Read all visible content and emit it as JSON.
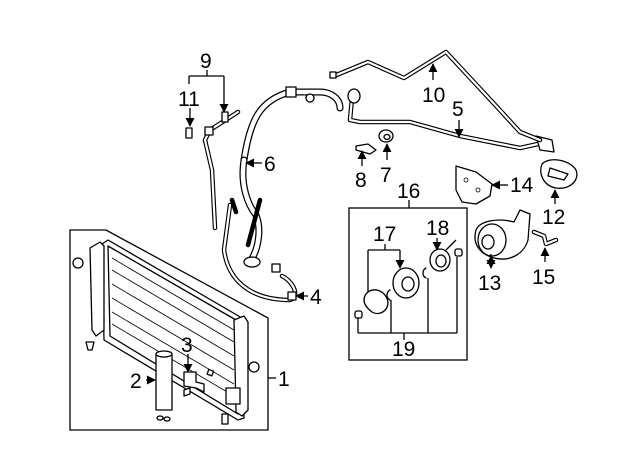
{
  "diagram": {
    "type": "exploded-parts-diagram",
    "subject": "A/C condenser, compressor and lines",
    "callouts": [
      {
        "id": "1",
        "label": "1",
        "part": "condenser"
      },
      {
        "id": "2",
        "label": "2",
        "part": "receiver-drier"
      },
      {
        "id": "3",
        "label": "3",
        "part": "drier-bracket"
      },
      {
        "id": "4",
        "label": "4",
        "part": "liquid-line"
      },
      {
        "id": "5",
        "label": "5",
        "part": "suction-line"
      },
      {
        "id": "6",
        "label": "6",
        "part": "discharge-hose"
      },
      {
        "id": "7",
        "label": "7",
        "part": "grommet"
      },
      {
        "id": "8",
        "label": "8",
        "part": "clip"
      },
      {
        "id": "9",
        "label": "9",
        "part": "pressure-line"
      },
      {
        "id": "10",
        "label": "10",
        "part": "pressure-tube"
      },
      {
        "id": "11",
        "label": "11",
        "part": "pressure-switch"
      },
      {
        "id": "12",
        "label": "12",
        "part": "seal"
      },
      {
        "id": "13",
        "label": "13",
        "part": "compressor"
      },
      {
        "id": "14",
        "label": "14",
        "part": "compressor-bracket"
      },
      {
        "id": "15",
        "label": "15",
        "part": "wire-harness"
      },
      {
        "id": "16",
        "label": "16",
        "part": "clutch-assembly"
      },
      {
        "id": "17",
        "label": "17",
        "part": "clutch-hub-pulley"
      },
      {
        "id": "18",
        "label": "18",
        "part": "clutch-coil"
      },
      {
        "id": "19",
        "label": "19",
        "part": "snap-rings-shims"
      }
    ]
  }
}
